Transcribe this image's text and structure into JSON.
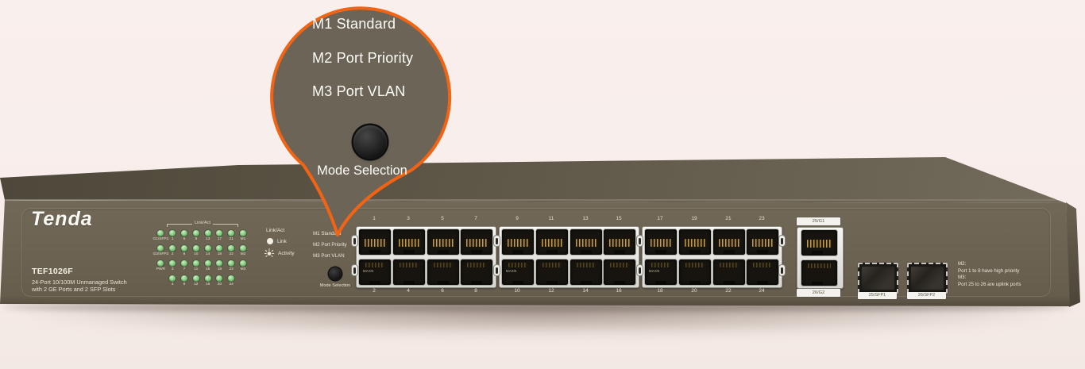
{
  "colors": {
    "background": "#f9efec",
    "accent_orange": "#f26414",
    "chassis_olive": "#6b6352",
    "led_green": "#7fc979",
    "port_frame_silver": "#e6e5e1"
  },
  "callout": {
    "lines": [
      "M1 Standard",
      "M2 Port Priority",
      "M3 Port VLAN"
    ],
    "button_label": "Mode Selection"
  },
  "device": {
    "brand": "Tenda",
    "model": "TEF1026F",
    "desc1": "24-Port 10/100M Unmanaged Switch",
    "desc2": "with 2 GE Ports and 2 SFP Slots",
    "leds": {
      "bracket_label": "Link/Act",
      "row_labels": [
        [
          "G1/SFP1",
          "1",
          "5",
          "9",
          "13",
          "17",
          "21",
          "M1"
        ],
        [
          "G2/SFP2",
          "2",
          "6",
          "10",
          "14",
          "18",
          "22",
          "M2"
        ],
        [
          "PWR",
          "3",
          "7",
          "11",
          "15",
          "19",
          "23",
          "M3"
        ],
        [
          "",
          "4",
          "8",
          "12",
          "16",
          "20",
          "24",
          ""
        ]
      ]
    },
    "legend": {
      "title": "Link/Act",
      "link": "Link",
      "activity": "Activity"
    },
    "mode": {
      "lines": [
        "M1 Standard",
        "M2 Port Priority",
        "M3 Port VLAN"
      ],
      "button_label": "Mode Selection"
    },
    "ports": {
      "mark": "MAXN",
      "blocks": [
        {
          "top": [
            "1",
            "3",
            "5",
            "7"
          ],
          "bottom": [
            "2",
            "4",
            "6",
            "8"
          ]
        },
        {
          "top": [
            "9",
            "11",
            "13",
            "15"
          ],
          "bottom": [
            "10",
            "12",
            "14",
            "16"
          ]
        },
        {
          "top": [
            "17",
            "19",
            "21",
            "23"
          ],
          "bottom": [
            "18",
            "20",
            "22",
            "24"
          ]
        }
      ]
    },
    "uplink": {
      "top": "25/G1",
      "bottom": "26/G2"
    },
    "sfp": [
      "25/SFP1",
      "26/SFP2"
    ],
    "note_lines": [
      "M2:",
      "Port 1 to 8 have high priority",
      "M3:",
      "Port 25 to 26 are uplink ports"
    ]
  }
}
